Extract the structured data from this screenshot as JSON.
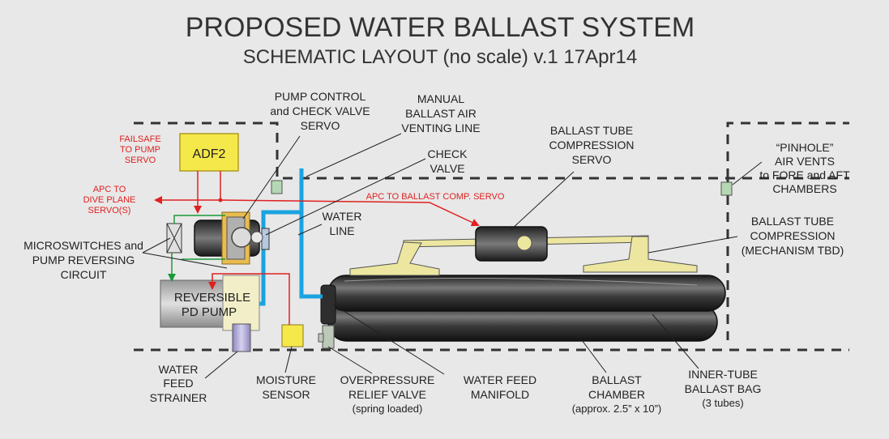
{
  "title": "PROPOSED WATER BALLAST SYSTEM",
  "subtitle": "SCHEMATIC LAYOUT (no scale) v.1 17Apr14",
  "components": {
    "adf2": "ADF2",
    "pump_l1": "REVERSIBLE",
    "pump_l2": "PD PUMP"
  },
  "labels": {
    "pump_control_l1": "PUMP CONTROL",
    "pump_control_l2": "and CHECK VALVE",
    "pump_control_l3": "SERVO",
    "manual_vent_l1": "MANUAL",
    "manual_vent_l2": "BALLAST AIR",
    "manual_vent_l3": "VENTING LINE",
    "check_valve_l1": "CHECK",
    "check_valve_l2": "VALVE",
    "water_line_l1": "WATER",
    "water_line_l2": "LINE",
    "comp_servo_l1": "BALLAST TUBE",
    "comp_servo_l2": "COMPRESSION",
    "comp_servo_l3": "SERVO",
    "pinhole_l1": "“PINHOLE”",
    "pinhole_l2": "AIR VENTS",
    "pinhole_l3": "to FORE and AFT",
    "pinhole_l4": "CHAMBERS",
    "comp_mech_l1": "BALLAST TUBE",
    "comp_mech_l2": "COMPRESSION",
    "comp_mech_l3": "(MECHANISM TBD)",
    "microswitch_l1": "MICROSWITCHES and",
    "microswitch_l2": "PUMP REVERSING",
    "microswitch_l3": "CIRCUIT",
    "strainer_l1": "WATER",
    "strainer_l2": "FEED",
    "strainer_l3": "STRAINER",
    "moisture_l1": "MOISTURE",
    "moisture_l2": "SENSOR",
    "relief_l1": "OVERPRESSURE",
    "relief_l2": "RELIEF VALVE",
    "relief_l3": "(spring loaded)",
    "manifold_l1": "WATER FEED",
    "manifold_l2": "MANIFOLD",
    "chamber_l1": "BALLAST",
    "chamber_l2": "CHAMBER",
    "chamber_l3": "(approx. 2.5” x 10”)",
    "bag_l1": "INNER-TUBE",
    "bag_l2": "BALLAST BAG",
    "bag_l3": "(3 tubes)"
  },
  "signals": {
    "failsafe_l1": "FAILSAFE",
    "failsafe_l2": "TO PUMP",
    "failsafe_l3": "SERVO",
    "apc_dive_l1": "APC TO",
    "apc_dive_l2": "DIVE PLANE",
    "apc_dive_l3": "SERVO(S)",
    "apc_ballast": "APC TO BALLAST COMP. SERVO"
  },
  "colors": {
    "background": "#e8e8e8",
    "water_line": "#1aa3e0",
    "signal": "#e02020",
    "control_wire": "#1a9a3a",
    "adf2_box": "#f5e84a",
    "compression_bar": "#ece6a0",
    "ballast_tube": "#2a2a2a"
  }
}
